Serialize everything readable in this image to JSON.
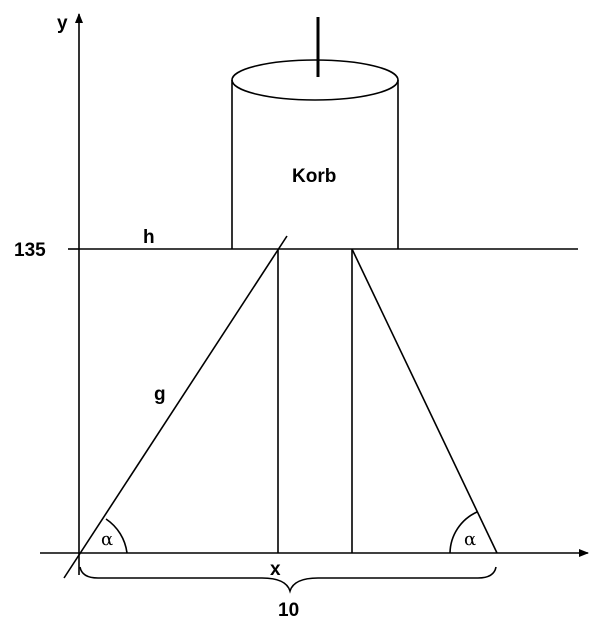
{
  "labels": {
    "y_axis": "y",
    "x_label": "x",
    "height_value": "135",
    "h_label": "h",
    "g_label": "g",
    "basket_label": "Korb",
    "angle_left": "α",
    "angle_right": "α",
    "base_width": "10"
  }
}
